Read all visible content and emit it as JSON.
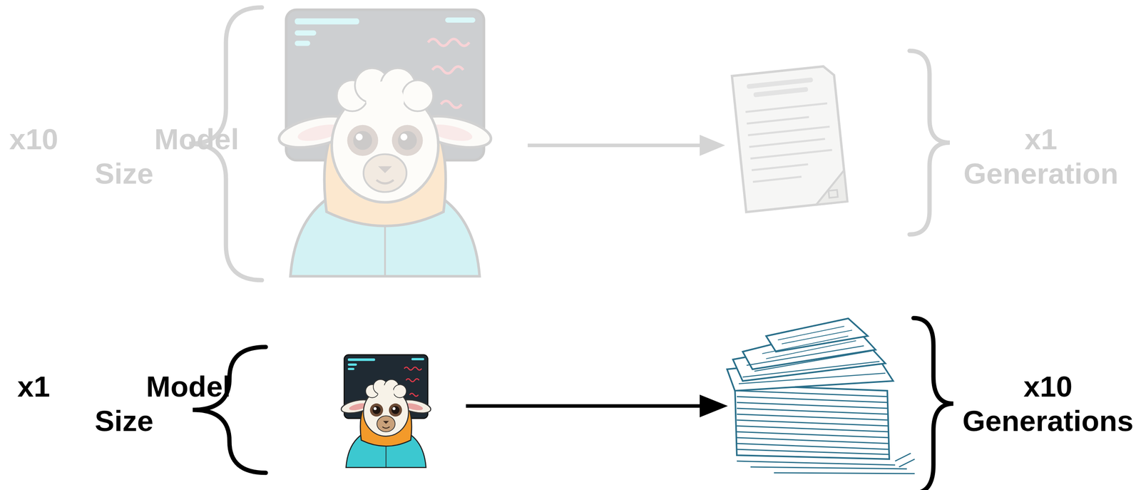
{
  "diagram": {
    "labels": [
      "x10 Model Size",
      "x1 Generation",
      "x1 Model Size",
      "x10 Generations"
    ]
  }
}
